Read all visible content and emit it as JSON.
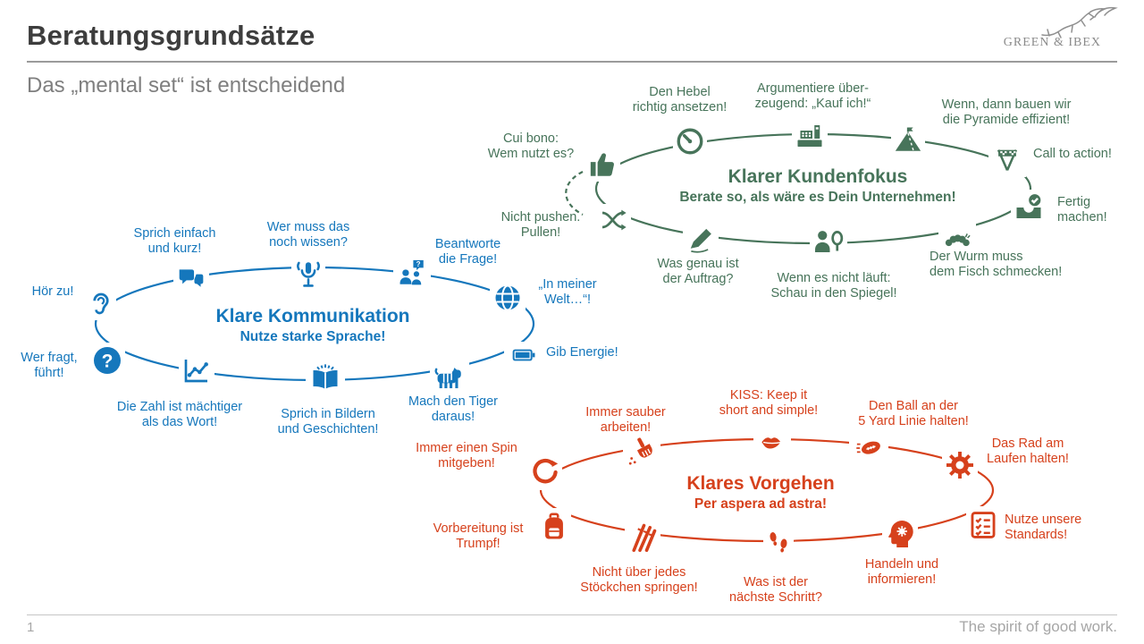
{
  "slide": {
    "title": "Beratungsgrundsätze",
    "subtitle": "Das „mental set“ ist entscheidend",
    "page_number": "1",
    "footer_right": "The spirit of good work.",
    "logo_text": "GREEN & IBEX"
  },
  "colors": {
    "green": "#47745a",
    "blue": "#1577bc",
    "red": "#d6411c",
    "title_gray": "#3d3d3d",
    "muted_gray": "#7f7f7f"
  },
  "groups": [
    {
      "name": "klarer-kundenfokus",
      "color": "#47745a",
      "title": "Klarer Kundenfokus",
      "subtitle": "Berate so, als wäre es Dein Unternehmen!",
      "items": [
        {
          "icon": "thumbs-up-icon",
          "label": "Cui bono:\nWem nutzt es?"
        },
        {
          "icon": "gauge-icon",
          "label": "Den Hebel\nrichtig ansetzen!"
        },
        {
          "icon": "cash-register-icon",
          "label": "Argumentiere über-\nzeugend: „Kauf ich!“"
        },
        {
          "icon": "pyramid-flag-icon",
          "label": "Wenn, dann bauen wir\ndie Pyramide effizient!"
        },
        {
          "icon": "race-flags-icon",
          "label": "Call to action!"
        },
        {
          "icon": "done-tray-icon",
          "label": "Fertig\nmachen!"
        },
        {
          "icon": "worm-icon",
          "label": "Der Wurm muss\ndem Fisch schmecken!"
        },
        {
          "icon": "mirror-icon",
          "label": "Wenn es nicht läuft:\nSchau in den Spiegel!"
        },
        {
          "icon": "pen-icon",
          "label": "Was genau ist\nder Auftrag?"
        },
        {
          "icon": "pull-arrows-icon",
          "label": "Nicht pushen.\nPullen!"
        }
      ]
    },
    {
      "name": "klare-kommunikation",
      "color": "#1577bc",
      "title": "Klare Kommunikation",
      "subtitle": "Nutze starke Sprache!",
      "items": [
        {
          "icon": "ear-icon",
          "label": "Hör zu!"
        },
        {
          "icon": "speech-bubbles-icon",
          "label": "Sprich einfach\nund kurz!"
        },
        {
          "icon": "microphone-icon",
          "label": "Wer muss das\nnoch wissen?"
        },
        {
          "icon": "people-question-icon",
          "label": "Beantworte\ndie Frage!"
        },
        {
          "icon": "globe-icon",
          "label": "„In meiner\nWelt…“!"
        },
        {
          "icon": "battery-icon",
          "label": "Gib Energie!"
        },
        {
          "icon": "tiger-icon",
          "label": "Mach den Tiger\ndaraus!"
        },
        {
          "icon": "storybook-icon",
          "label": "Sprich in Bildern\nund Geschichten!"
        },
        {
          "icon": "line-chart-icon",
          "label": "Die Zahl ist mächtiger\nals das Wort!"
        },
        {
          "icon": "question-mark-icon",
          "label": "Wer fragt,\nführt!"
        }
      ]
    },
    {
      "name": "klares-vorgehen",
      "color": "#d6411c",
      "title": "Klares Vorgehen",
      "subtitle": "Per aspera ad astra!",
      "items": [
        {
          "icon": "spin-arrow-icon",
          "label": "Immer einen Spin\nmitgeben!"
        },
        {
          "icon": "hand-brush-icon",
          "label": "Immer sauber\narbeiten!"
        },
        {
          "icon": "lips-icon",
          "label": "KISS: Keep it\nshort and simple!"
        },
        {
          "icon": "football-icon",
          "label": "Den Ball an der\n5 Yard Linie halten!"
        },
        {
          "icon": "gear-icon",
          "label": "Das Rad am\nLaufen halten!"
        },
        {
          "icon": "checklist-icon",
          "label": "Nutze unsere\nStandards!"
        },
        {
          "icon": "head-gear-icon",
          "label": "Handeln und\ninformieren!"
        },
        {
          "icon": "footprints-icon",
          "label": "Was ist der\nnächste Schritt?"
        },
        {
          "icon": "sticks-icon",
          "label": "Nicht über jedes\nStöckchen springen!"
        },
        {
          "icon": "backpack-icon",
          "label": "Vorbereitung ist\nTrumpf!"
        }
      ]
    }
  ]
}
